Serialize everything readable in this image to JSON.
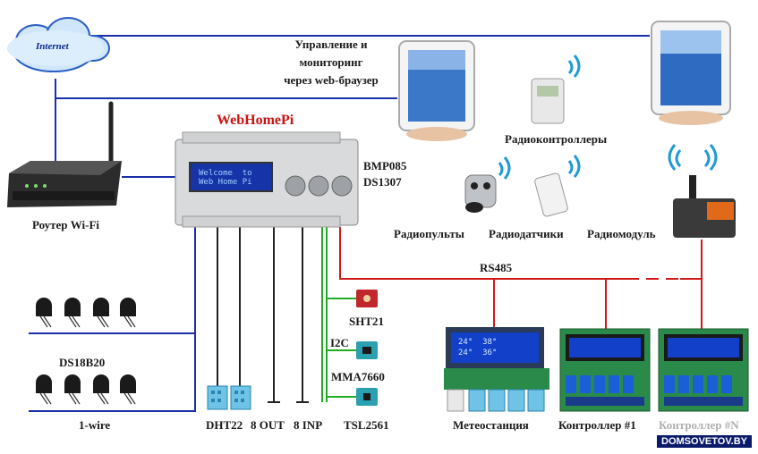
{
  "internet": "Internet",
  "control_text": [
    "Управление и",
    "мониторинг",
    "через web-браузер"
  ],
  "device_title": "WebHomePi",
  "lcd": [
    "Welcome  to",
    "Web Home Pi"
  ],
  "router": "Роутер Wi-Fi",
  "sensors_chip": [
    "BMP085",
    "DS1307"
  ],
  "radio_controllers": "Радиоконтроллеры",
  "radio_remotes": "Радиопульты",
  "radio_sensors": "Радиодатчики",
  "radio_module": "Радиомодуль",
  "rs485": "RS485",
  "i2c": "I2C",
  "i2c_devices": [
    "SHT21",
    "MMA7660",
    "TSL2561"
  ],
  "ds18b20": "DS18B20",
  "onewire": "1-wire",
  "dht22": "DHT22",
  "out": "8 OUT",
  "inp": "8 INP",
  "meteo": "Метеостанция",
  "meteo_lcd": [
    "24°  38°",
    "24°  36°"
  ],
  "controller": "Контроллер #1",
  "controller_n": "Контроллер #N",
  "watermark": "DOMSOVETOV.BY",
  "colors": {
    "bus_blue": "#1a2fa8",
    "rs485_red": "#d01818",
    "i2c_green": "#22aa22",
    "title_red": "#cc1111"
  }
}
